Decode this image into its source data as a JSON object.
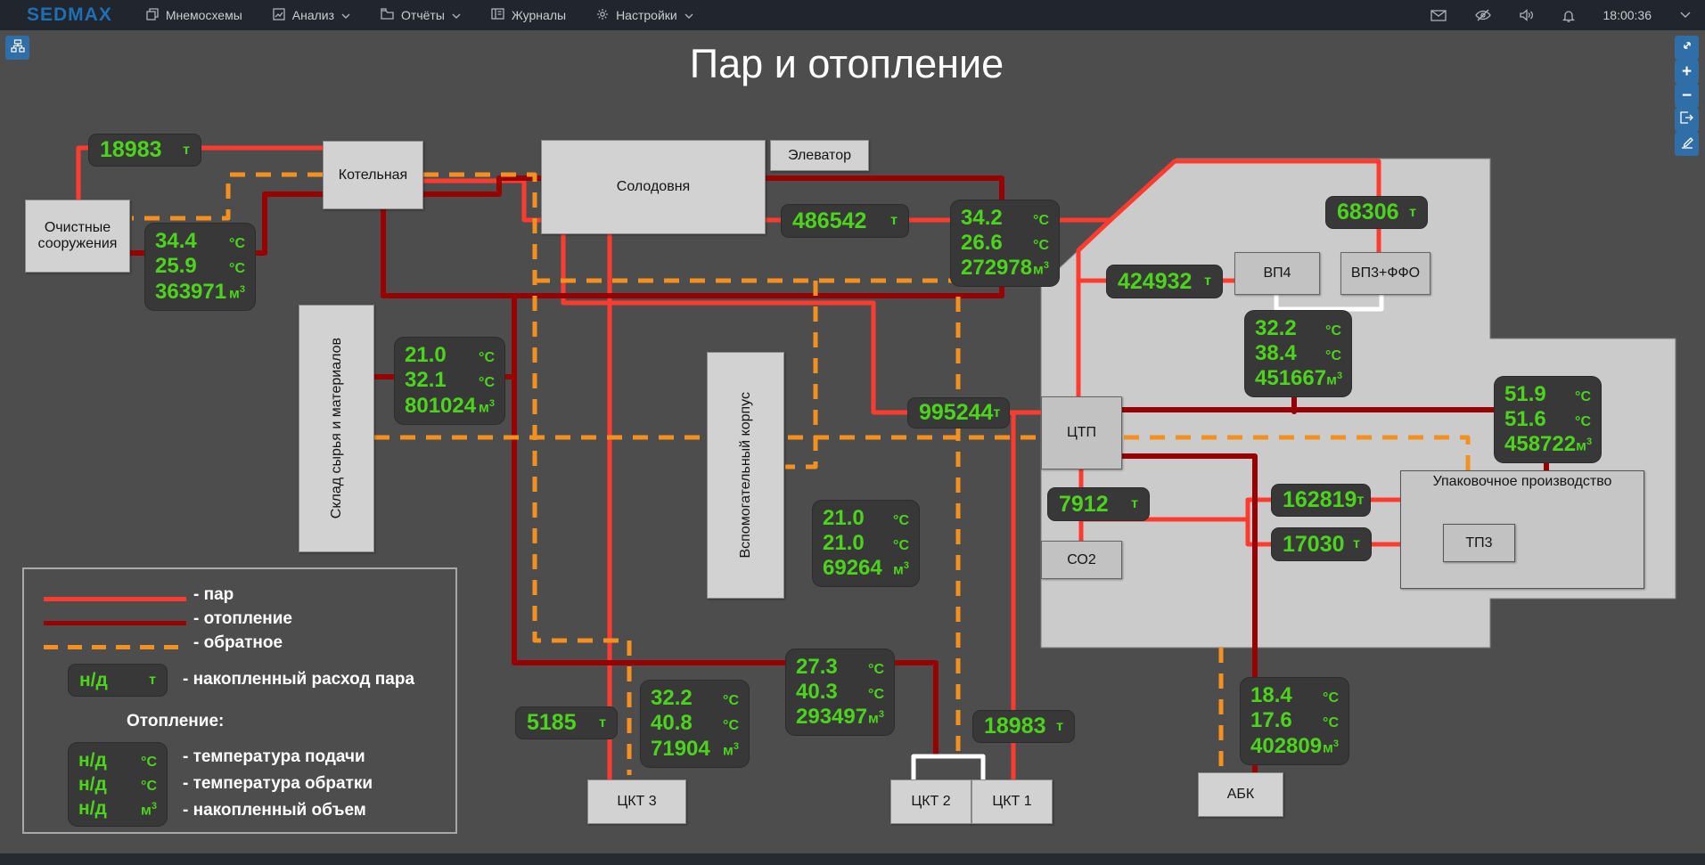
{
  "topbar": {
    "logo": "SEDMAX",
    "menu": [
      {
        "label": "Мнемосхемы"
      },
      {
        "label": "Анализ"
      },
      {
        "label": "Отчёты"
      },
      {
        "label": "Журналы"
      },
      {
        "label": "Настройки"
      }
    ],
    "time": "18:00:36"
  },
  "title": "Пар и отопление",
  "colors": {
    "steam": "#ff3b30",
    "heating": "#990000",
    "return_line": "#f39020",
    "value_green": "#4cd41c",
    "accent_blue": "#2f6ea6"
  },
  "buildings": {
    "ochistnye": "Очистные сооружения",
    "kotelnaya": "Котельная",
    "solodovnya": "Солодовня",
    "elevator": "Элеватор",
    "sklad": "Склад сырья и материалов",
    "vspom": "Вспомогательный корпус",
    "ctp": "ЦТП",
    "co2": "СО2",
    "vp4": "ВП4",
    "vp3ffo": "ВП3+ФФО",
    "upak": "Упаковочное производство",
    "tp3": "ТП3",
    "ckt3": "ЦКТ 3",
    "ckt2": "ЦКТ 2",
    "ckt1": "ЦКТ 1",
    "abk": "АБК"
  },
  "flow": {
    "f1": {
      "v": "18983",
      "u": "т"
    },
    "f2": {
      "v": "486542",
      "u": "т"
    },
    "f3": {
      "v": "68306",
      "u": "т"
    },
    "f4": {
      "v": "424932",
      "u": "т"
    },
    "f5": {
      "v": "995244",
      "u": "т"
    },
    "f6": {
      "v": "7912",
      "u": "т"
    },
    "f7": {
      "v": "162819",
      "u": "т"
    },
    "f8": {
      "v": "17030",
      "u": "т"
    },
    "f9": {
      "v": "5185",
      "u": "т"
    },
    "f10": {
      "v": "18983",
      "u": "т"
    }
  },
  "temps": {
    "t1": {
      "v1": "34.4",
      "u1": "°C",
      "v2": "25.9",
      "u2": "°C",
      "v3": "363971",
      "u3": "м",
      "u3sup": "3"
    },
    "t2": {
      "v1": "21.0",
      "u1": "°C",
      "v2": "32.1",
      "u2": "°C",
      "v3": "801024",
      "u3": "м",
      "u3sup": "3"
    },
    "t3": {
      "v1": "34.2",
      "u1": "°C",
      "v2": "26.6",
      "u2": "°C",
      "v3": "272978",
      "u3": "м",
      "u3sup": "3"
    },
    "t4": {
      "v1": "32.2",
      "u1": "°C",
      "v2": "38.4",
      "u2": "°C",
      "v3": "451667",
      "u3": "м",
      "u3sup": "3"
    },
    "t5": {
      "v1": "51.9",
      "u1": "°C",
      "v2": "51.6",
      "u2": "°C",
      "v3": "458722",
      "u3": "м",
      "u3sup": "3"
    },
    "t6": {
      "v1": "21.0",
      "u1": "°C",
      "v2": "21.0",
      "u2": "°C",
      "v3": "69264",
      "u3": "м",
      "u3sup": "3"
    },
    "t7": {
      "v1": "27.3",
      "u1": "°C",
      "v2": "40.3",
      "u2": "°C",
      "v3": "293497",
      "u3": "м",
      "u3sup": "3"
    },
    "t8": {
      "v1": "32.2",
      "u1": "°C",
      "v2": "40.8",
      "u2": "°C",
      "v3": "71904",
      "u3": "м",
      "u3sup": "3"
    },
    "t9": {
      "v1": "18.4",
      "u1": "°C",
      "v2": "17.6",
      "u2": "°C",
      "v3": "402809",
      "u3": "м",
      "u3sup": "3"
    }
  },
  "legend": {
    "steam_label": "- пар",
    "heating_label": "- отопление",
    "return_label": "- обратное",
    "nd_flow": {
      "v": "н/д",
      "u": "т",
      "label": "- накопленный расход пара"
    },
    "heating_header": "Отопление:",
    "nd1": {
      "v": "н/д",
      "u": "°C",
      "label": "- температура подачи"
    },
    "nd2": {
      "v": "н/д",
      "u": "°C",
      "label": "- температура обратки"
    },
    "nd3": {
      "v": "н/д",
      "u": "м",
      "usup": "3",
      "label": "- накопленный объем"
    }
  }
}
